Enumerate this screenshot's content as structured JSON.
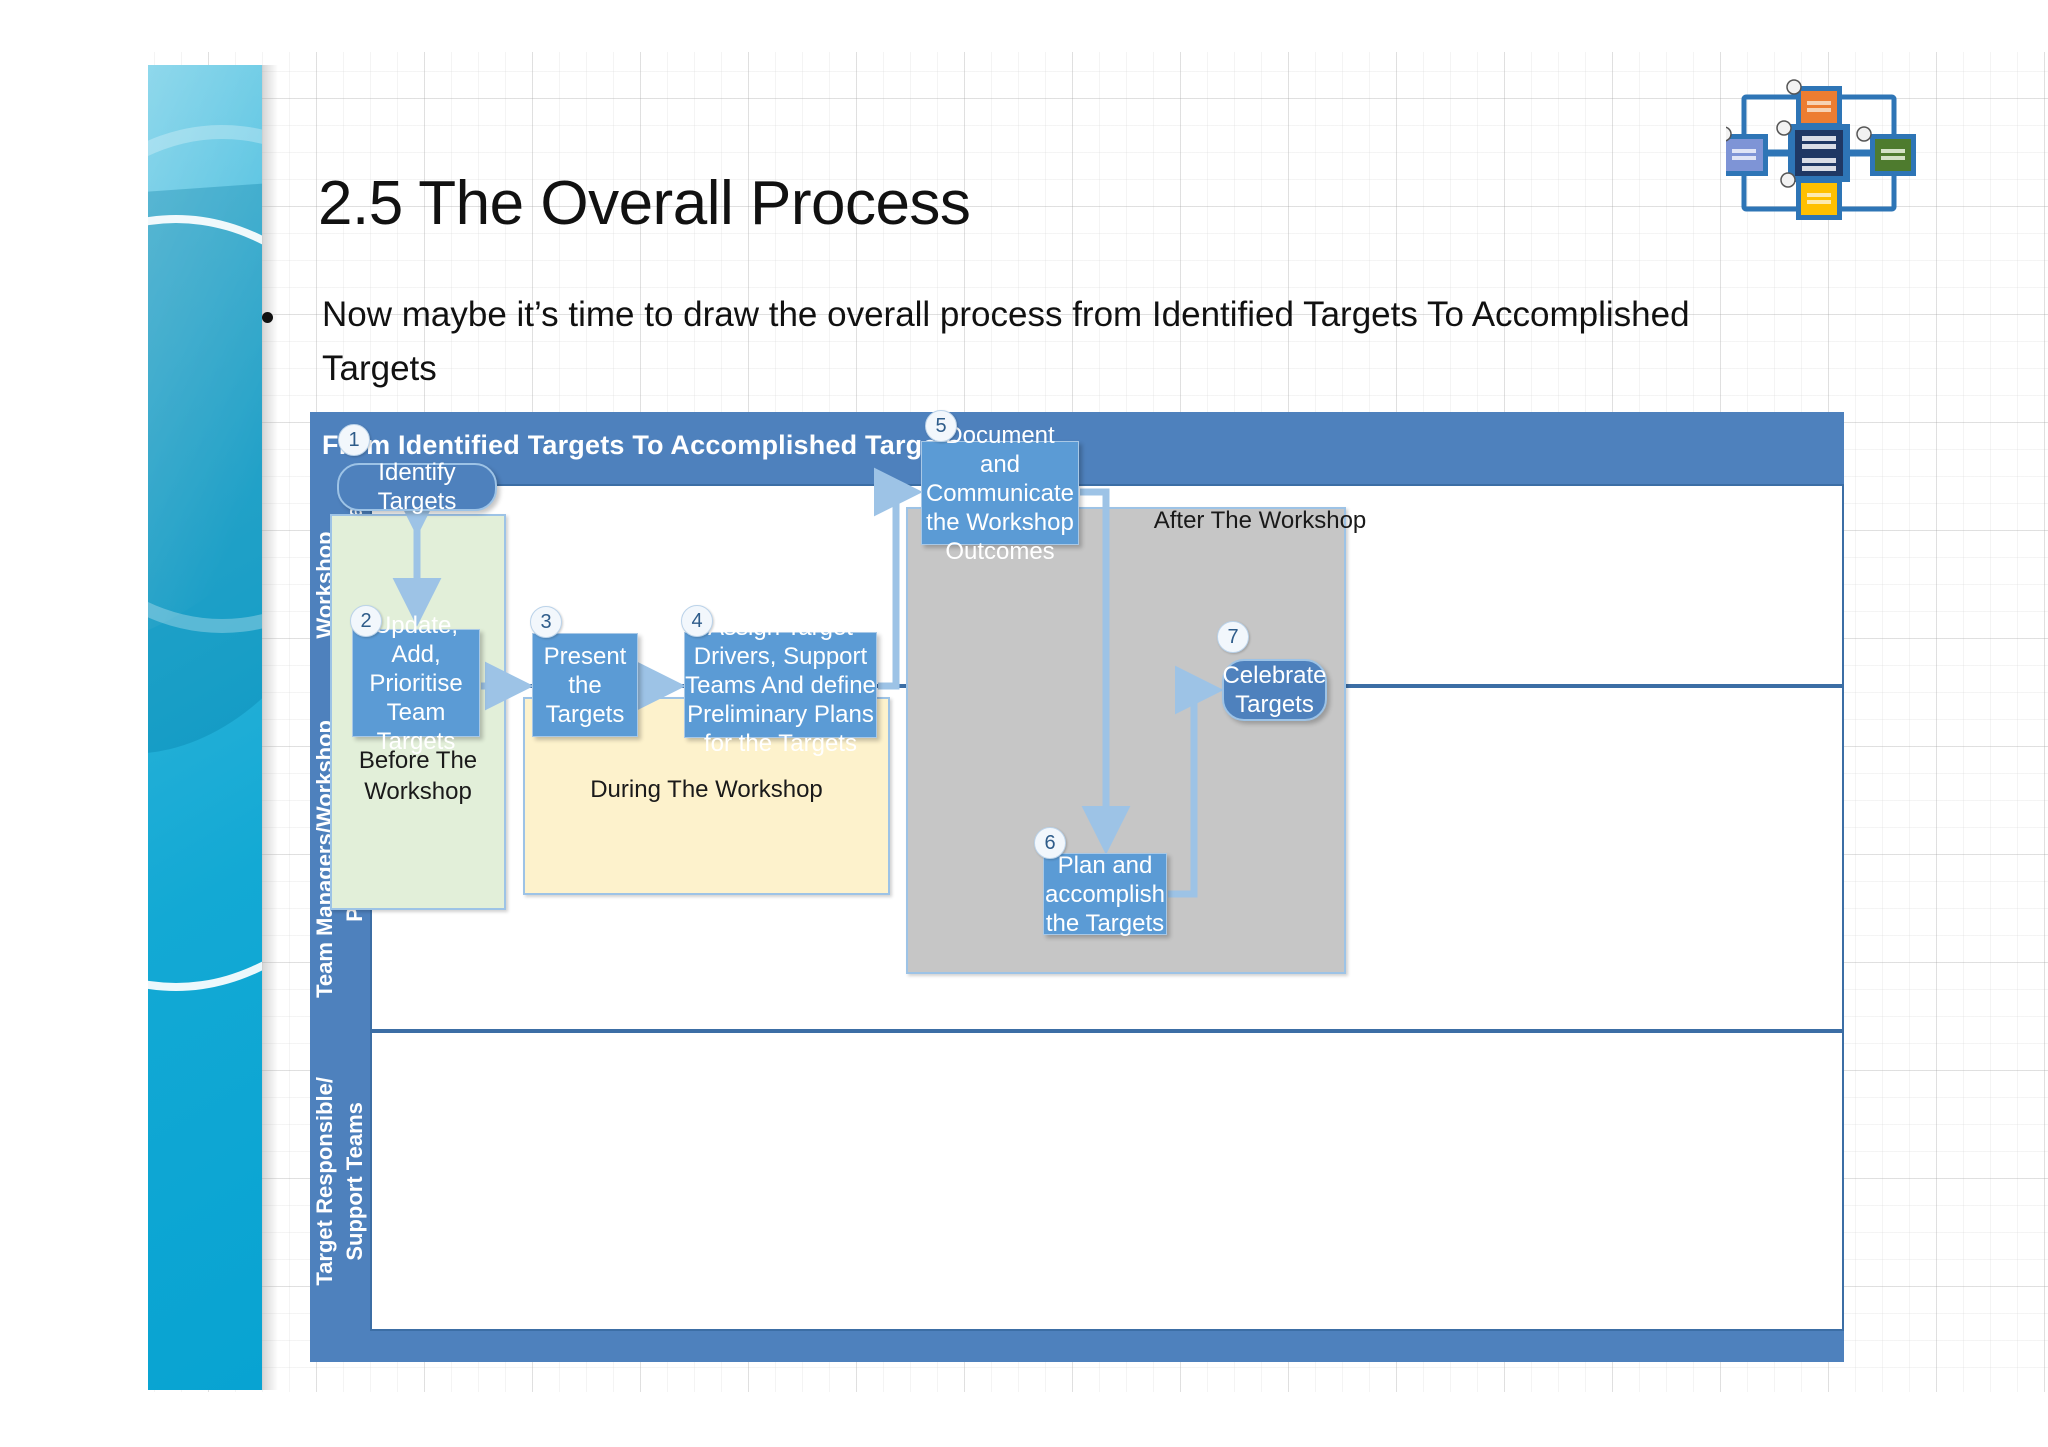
{
  "slide": {
    "title": "2.5 The Overall Process",
    "bullet": "Now maybe it’s time to draw the overall process from Identified Targets To Accomplished Targets"
  },
  "logo": {
    "name": "process-network-icon",
    "colors": {
      "center": "#1F3864",
      "top": "#ED7D31",
      "left": "#7E94D6",
      "right": "#4E7B2E",
      "bottom": "#FFC000",
      "link": "#2E75B6"
    }
  },
  "diagram": {
    "header": "From Identified Targets To Accomplished Targets",
    "lanes": [
      {
        "id": "lane-workshop-organisation-team",
        "label": "Workshop\nOrganisation Team"
      },
      {
        "id": "lane-team-managers-workshop-participants",
        "label": "Team Managers/Workshop\nParticipants"
      },
      {
        "id": "lane-target-responsible-support-teams",
        "label": "Target Responsible/\nSupport Teams"
      }
    ],
    "groups": [
      {
        "id": "group-before-the-workshop",
        "caption": "Before The\nWorkshop",
        "color": "#E2EFD9"
      },
      {
        "id": "group-during-the-workshop",
        "caption": "During The Workshop",
        "color": "#FDF2CC"
      },
      {
        "id": "group-after-the-workshop",
        "caption": "After The Workshop",
        "color": "#C6C6C6"
      }
    ],
    "steps": [
      {
        "number": "1",
        "label": "Identify Targets",
        "shape": "rounded",
        "lane": "lane-workshop-organisation-team"
      },
      {
        "number": "2",
        "label": "Update, Add, Prioritise Team  Targets",
        "shape": "rectangle",
        "lane": "lane-team-managers-workshop-participants"
      },
      {
        "number": "3",
        "label": "Present the Targets",
        "shape": "rectangle",
        "lane": "lane-team-managers-workshop-participants"
      },
      {
        "number": "4",
        "label": "Assign Target Drivers, Support Teams And define Preliminary Plans for the Targets",
        "shape": "rectangle",
        "lane": "lane-team-managers-workshop-participants"
      },
      {
        "number": "5",
        "label": "Document and Communicate the Workshop Outcomes",
        "shape": "rectangle",
        "lane": "lane-workshop-organisation-team"
      },
      {
        "number": "6",
        "label": "Plan and accomplish the Targets",
        "shape": "rectangle",
        "lane": "lane-target-responsible-support-teams"
      },
      {
        "number": "7",
        "label": "Celebrate Targets",
        "shape": "rounded",
        "lane": "lane-team-managers-workshop-participants"
      }
    ],
    "colors": {
      "header_bar": "#4E81BD",
      "rounded_node": "#4E81BD",
      "rect_node": "#5B9BD5",
      "connector": "#9DC3E6",
      "lane_border": "#3C6EA5"
    }
  },
  "theme": {
    "sidebar_gradient_from": "#56C4E2",
    "sidebar_gradient_to": "#08A3D2",
    "text": "#111111"
  }
}
